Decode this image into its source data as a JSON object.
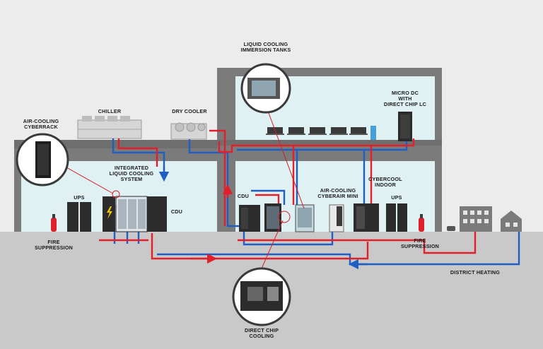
{
  "labels": {
    "immersion_l1": "LIQUID COOLING",
    "immersion_l2": "IMMERSION TANKS",
    "micro_l1": "MICRO DC",
    "micro_l2": "WITH",
    "micro_l3": "DIRECT CHIP LC",
    "chiller": "CHILLER",
    "dry_cooler": "DRY COOLER",
    "cyberrack_l1": "AIR-COOLING",
    "cyberrack_l2": "CYBERRACK",
    "ilcs_l1": "INTEGRATED",
    "ilcs_l2": "LIQUID COOLING",
    "ilcs_l3": "SYSTEM",
    "ups_left": "UPS",
    "cdu_left": "CDU",
    "cdu_mid": "CDU",
    "cyberair_l1": "AIR-COOLING",
    "cyberair_l2": "CYBERAIR MINI",
    "cybercool_l1": "CYBERCOOL",
    "cybercool_l2": "INDOOR",
    "ups_right": "UPS",
    "fire_left_l1": "FIRE",
    "fire_left_l2": "SUPPRESSION",
    "fire_right_l1": "FIRE",
    "fire_right_l2": "SUPPRESSION",
    "district_heating": "DISTRICT HEATING",
    "direct_chip_l1": "DIRECT CHIP",
    "direct_chip_l2": "COOLING"
  },
  "colors": {
    "hot_pipe": "#e0202a",
    "cold_pipe": "#1f5fc4",
    "building": "#7a7a7a",
    "interior": "#dff1f3",
    "ground": "#c9c9c9",
    "callout": "#d42027"
  }
}
